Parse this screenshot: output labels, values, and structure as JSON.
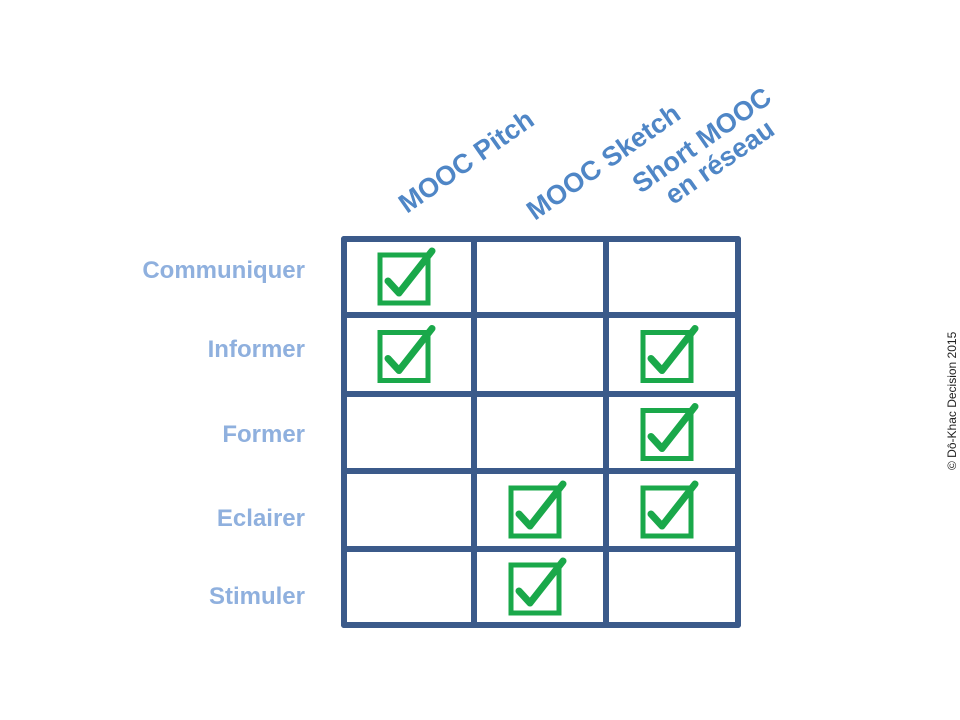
{
  "columns": [
    {
      "lines": [
        "MOOC Pitch"
      ]
    },
    {
      "lines": [
        "MOOC Sketch"
      ]
    },
    {
      "lines": [
        "Short MOOC",
        "en réseau"
      ]
    }
  ],
  "rows": [
    {
      "label": "Communiquer",
      "checks": [
        true,
        false,
        false
      ]
    },
    {
      "label": "Informer",
      "checks": [
        true,
        false,
        true
      ]
    },
    {
      "label": "Former",
      "checks": [
        false,
        false,
        true
      ]
    },
    {
      "label": "Eclairer",
      "checks": [
        false,
        true,
        true
      ]
    },
    {
      "label": "Stimuler",
      "checks": [
        false,
        true,
        false
      ]
    }
  ],
  "copyright": "© Dô-Khac Decision 2015",
  "colors": {
    "grid": "#3b5a8a",
    "check": "#1aa84a",
    "header": "#4f86c6",
    "label": "#8fb0de"
  },
  "icons": {
    "checked_cell": "checkbox-checked-icon"
  }
}
